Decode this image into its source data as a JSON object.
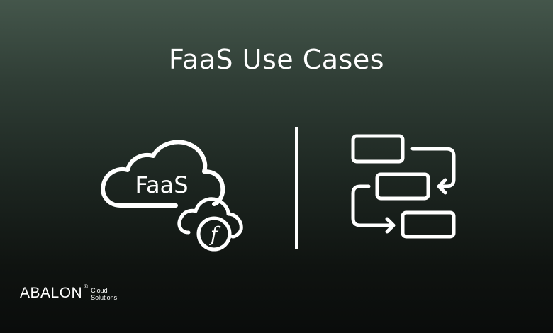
{
  "title": "FaaS Use Cases",
  "illustration": {
    "left_icon": {
      "name": "faas-cloud-icon",
      "label": "FaaS",
      "sub_glyph": "f"
    },
    "right_icon": {
      "name": "workflow-diagram-icon"
    }
  },
  "logo": {
    "brand": "ABALON",
    "registered": "®",
    "line1": "Cloud",
    "line2": "Solutions"
  },
  "colors": {
    "background_top": "#44564b",
    "background_bottom": "#0a0c0b",
    "foreground": "#ffffff"
  }
}
